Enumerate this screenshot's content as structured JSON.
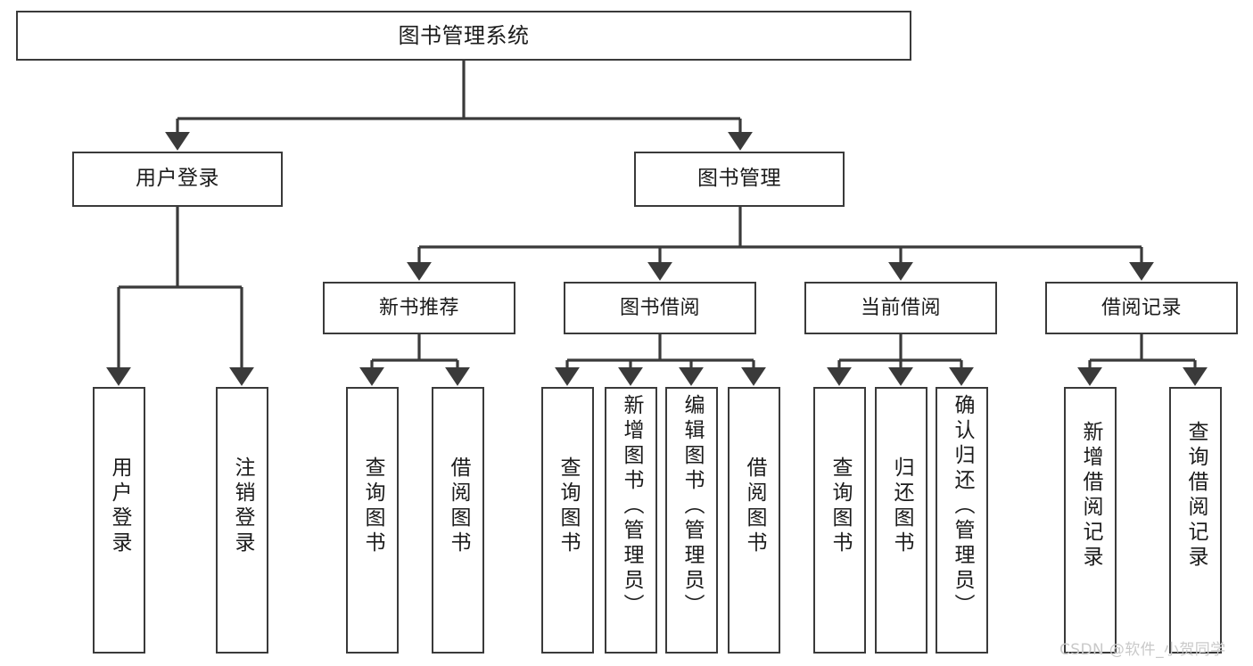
{
  "diagram": {
    "title": "图书管理系统",
    "type": "tree-structure-chart",
    "watermark": "CSDN @软件_小贺同学",
    "colors": {
      "box_border": "#3a3a3a",
      "box_fill": "#ffffff",
      "connector": "#3a3a3a",
      "text": "#1b1b1b",
      "watermark": "#c9c9c9",
      "background": "#ffffff"
    },
    "nodes": {
      "root": {
        "label": "图书管理系统"
      },
      "level2": [
        {
          "id": "user-login",
          "label": "用户登录"
        },
        {
          "id": "book-manage",
          "label": "图书管理"
        }
      ],
      "level3": [
        {
          "id": "new-book-recommend",
          "label": "新书推荐"
        },
        {
          "id": "book-borrow",
          "label": "图书借阅"
        },
        {
          "id": "current-borrow",
          "label": "当前借阅"
        },
        {
          "id": "borrow-record",
          "label": "借阅记录"
        }
      ],
      "leaves": {
        "user_login": [
          {
            "id": "leaf-user-login",
            "label": "用户登录"
          },
          {
            "id": "leaf-logout-login",
            "label": "注销登录"
          }
        ],
        "new_book_recommend": [
          {
            "id": "leaf-query-book-1",
            "label": "查询图书"
          },
          {
            "id": "leaf-borrow-book-1",
            "label": "借阅图书"
          }
        ],
        "book_borrow": [
          {
            "id": "leaf-query-book-2",
            "label": "查询图书"
          },
          {
            "id": "leaf-add-book",
            "label": "新增图书（管理员）"
          },
          {
            "id": "leaf-edit-book",
            "label": "编辑图书（管理员）"
          },
          {
            "id": "leaf-borrow-book-2",
            "label": "借阅图书"
          }
        ],
        "current_borrow": [
          {
            "id": "leaf-query-book-3",
            "label": "查询图书"
          },
          {
            "id": "leaf-return-book",
            "label": "归还图书"
          },
          {
            "id": "leaf-confirm-return",
            "label": "确认归还（管理员）"
          }
        ],
        "borrow_record": [
          {
            "id": "leaf-add-record",
            "label": "新增借阅记录"
          },
          {
            "id": "leaf-query-record",
            "label": "查询借阅记录"
          }
        ]
      }
    }
  }
}
